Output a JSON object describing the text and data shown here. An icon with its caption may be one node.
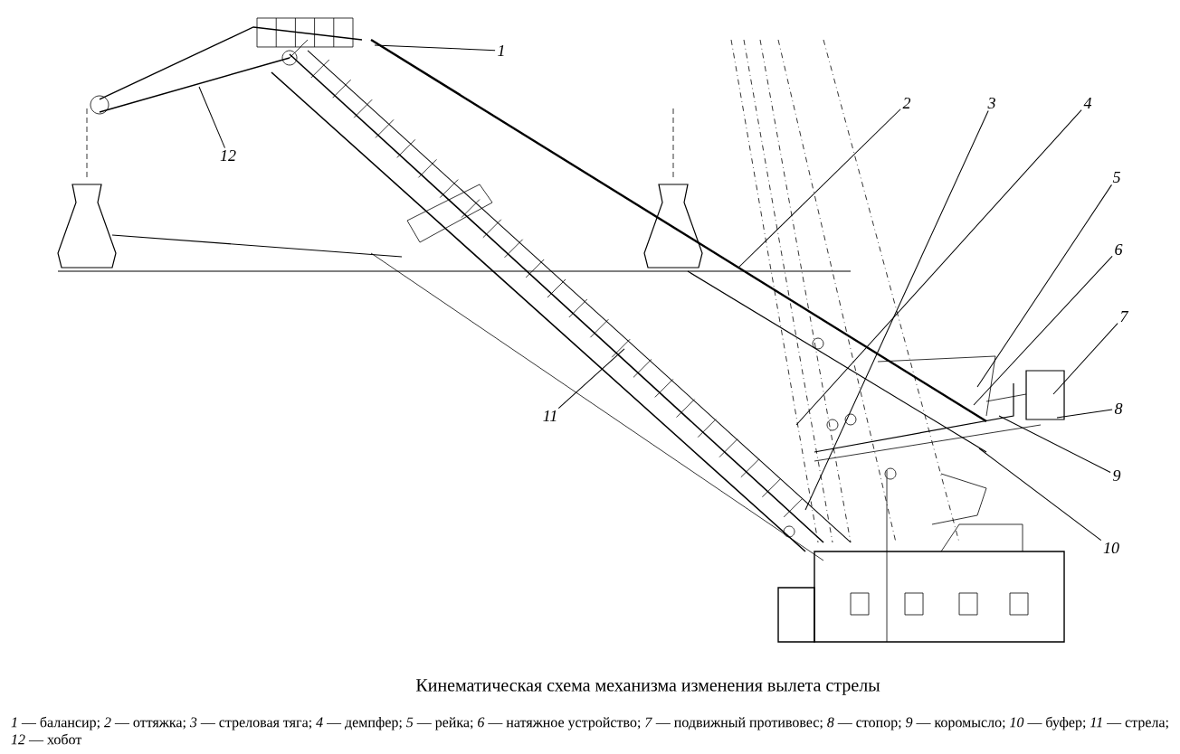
{
  "diagram": {
    "title": "Кинематическая схема механизма изменения вылета стрелы",
    "caption": "*1* — балансир; *2* — оттяжка; *3* — стреловая тяга; *4* — демпфер; *5* — рейка; *6* — натяжное устройство; *7* — подвижный противовес; *8* — стопор; *9* — коромысло; *10* — буфер; *11* — стрела; *12* — хобот",
    "nodes": [
      {
        "text": [
          "1"
        ]
      },
      {
        "text": [
          "2"
        ]
      },
      {
        "text": [
          "3"
        ]
      },
      {
        "text": [
          "4"
        ]
      },
      {
        "text": [
          "5"
        ]
      },
      {
        "text": [
          "6"
        ]
      },
      {
        "text": [
          "7"
        ]
      },
      {
        "text": [
          "8"
        ]
      },
      {
        "text": [
          "9"
        ]
      },
      {
        "text": [
          "10"
        ]
      },
      {
        "text": [
          "11"
        ]
      },
      {
        "text": [
          "12"
        ]
      }
    ],
    "edges": [
      {
        "from": 0,
        "to": null,
        "arrow": "none"
      },
      {
        "from": 1,
        "to": null,
        "arrow": "none"
      },
      {
        "from": 2,
        "to": null,
        "arrow": "none"
      },
      {
        "from": 3,
        "to": null,
        "arrow": "none"
      },
      {
        "from": 4,
        "to": null,
        "arrow": "none"
      },
      {
        "from": 5,
        "to": null,
        "arrow": "none"
      },
      {
        "from": 6,
        "to": null,
        "arrow": "none"
      },
      {
        "from": 7,
        "to": null,
        "arrow": "none"
      },
      {
        "from": 8,
        "to": null,
        "arrow": "none"
      },
      {
        "from": 9,
        "to": null,
        "arrow": "none"
      },
      {
        "from": 10,
        "to": null,
        "arrow": "none"
      },
      {
        "from": 11,
        "to": null,
        "arrow": "none"
      }
    ]
  }
}
